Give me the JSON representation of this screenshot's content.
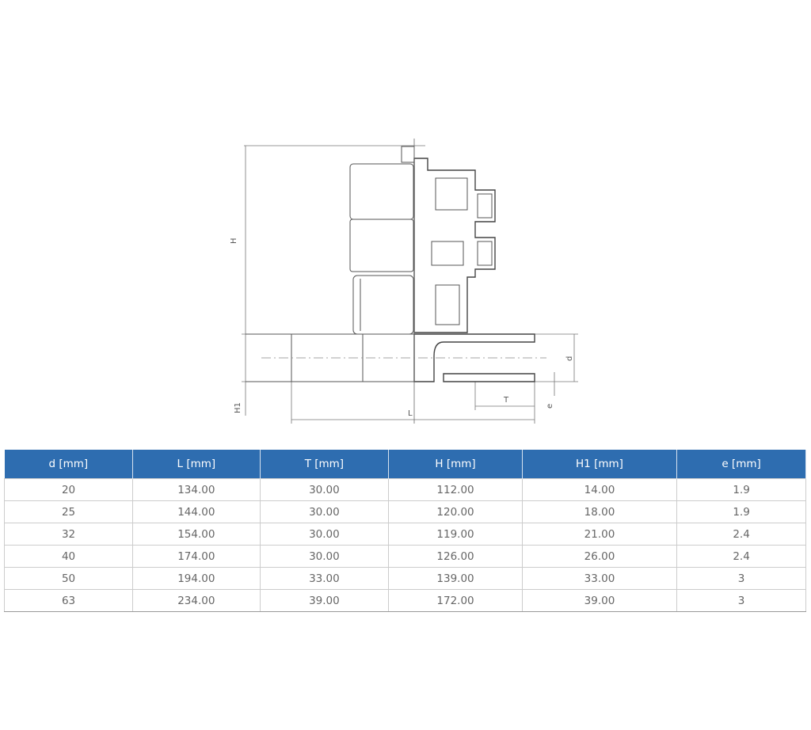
{
  "drawing": {
    "labels": {
      "H": "H",
      "H1": "H1",
      "L": "L",
      "T": "T",
      "d": "d",
      "e": "e"
    }
  },
  "table": {
    "header_color": "#2e6db0",
    "columns": [
      "d [mm]",
      "L [mm]",
      "T [mm]",
      "H [mm]",
      "H1 [mm]",
      "e [mm]"
    ],
    "rows": [
      [
        "20",
        "134.00",
        "30.00",
        "112.00",
        "14.00",
        "1.9"
      ],
      [
        "25",
        "144.00",
        "30.00",
        "120.00",
        "18.00",
        "1.9"
      ],
      [
        "32",
        "154.00",
        "30.00",
        "119.00",
        "21.00",
        "2.4"
      ],
      [
        "40",
        "174.00",
        "30.00",
        "126.00",
        "26.00",
        "2.4"
      ],
      [
        "50",
        "194.00",
        "33.00",
        "139.00",
        "33.00",
        "3"
      ],
      [
        "63",
        "234.00",
        "39.00",
        "172.00",
        "39.00",
        "3"
      ]
    ]
  }
}
